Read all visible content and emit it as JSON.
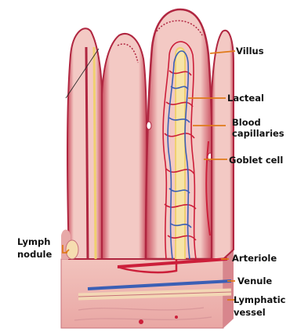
{
  "labels": {
    "villus": "Villus",
    "lacteal": "Lacteal",
    "blood_capillaries_line1": "Blood",
    "blood_capillaries_line2": "capillaries",
    "goblet_cell": "Goblet cell",
    "lymph_nodule_line1": "Lymph",
    "lymph_nodule_line2": "nodule",
    "arteriole": "Arteriole",
    "venule": "Venule",
    "lymphatic_vessel_line1": "Lymphatic",
    "lymphatic_vessel_line2": "vessel"
  },
  "colors": {
    "tissue_light": "#f3c9c4",
    "tissue_mid": "#e58f95",
    "tissue_dark": "#c94a5c",
    "epithelium_edge": "#b02640",
    "blood_vessel": "#cc1f3a",
    "vein_blue": "#3b5fb5",
    "lacteal_yellow": "#f0d070",
    "leader_orange": "#e07a1a",
    "text": "#111111"
  }
}
